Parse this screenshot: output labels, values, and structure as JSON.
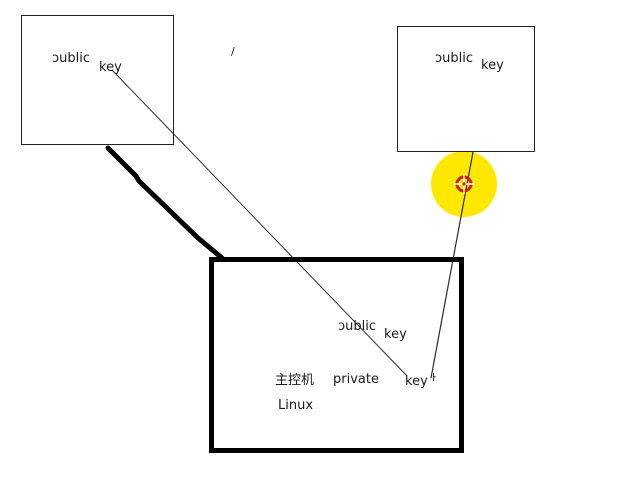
{
  "boxes": {
    "left_top": {
      "public_label": "ɔublic",
      "key_label": "key"
    },
    "right_top": {
      "public_label": "ɔublic",
      "key_label": "key"
    },
    "host": {
      "public_label": "ɔublic",
      "key_label": "key",
      "host_label": "主控机",
      "private_label": "private",
      "private_key_label": "key",
      "os_label": "Linux"
    }
  },
  "stray_marks": {
    "top_tick": "/",
    "key_tick": "ŀ"
  },
  "cursor": {
    "highlight_color": "#ffe800",
    "crosshair_color": "#d22020",
    "icon": "crosshair-cursor-icon"
  },
  "colors": {
    "thin_line": "#2a2a2a",
    "thick_line": "#000000",
    "box_border": "#222222"
  }
}
